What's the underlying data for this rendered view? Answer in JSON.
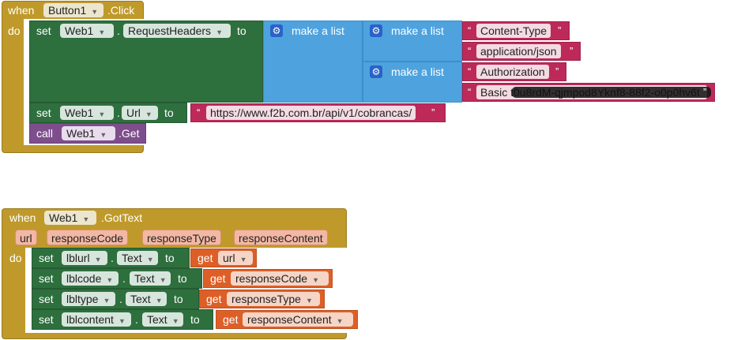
{
  "event1": {
    "when": "when",
    "component": "Button1",
    "event": ".Click",
    "do": "do",
    "headers_set": {
      "set": "set",
      "component": "Web1",
      "dot": ".",
      "property": "RequestHeaders",
      "to": "to",
      "make_list_outer": "make a list",
      "make_list_1": "make a list",
      "make_list_2": "make a list",
      "str_content_type": "Content-Type",
      "str_app_json": "application/json",
      "str_authorization": "Authorization",
      "str_basic": "Basic t0u8rdM-qjmpod8Yknf8-88f2-o0p0hv6t"
    },
    "url_set": {
      "set": "set",
      "component": "Web1",
      "dot": ".",
      "property": "Url",
      "to": "to",
      "value": "https://www.f2b.com.br/api/v1/cobrancas/"
    },
    "call": {
      "call": "call",
      "component": "Web1",
      "method": ".Get"
    }
  },
  "event2": {
    "when": "when",
    "component": "Web1",
    "event": ".GotText",
    "params": [
      "url",
      "responseCode",
      "responseType",
      "responseContent"
    ],
    "do": "do",
    "rows": [
      {
        "set": "set",
        "component": "lblurl",
        "dot": ".",
        "property": "Text",
        "to": "to",
        "get": "get",
        "var": "url"
      },
      {
        "set": "set",
        "component": "lblcode",
        "dot": ".",
        "property": "Text",
        "to": "to",
        "get": "get",
        "var": "responseCode"
      },
      {
        "set": "set",
        "component": "lbltype",
        "dot": ".",
        "property": "Text",
        "to": "to",
        "get": "get",
        "var": "responseType"
      },
      {
        "set": "set",
        "component": "lblcontent",
        "dot": ".",
        "property": "Text",
        "to": "to",
        "get": "get",
        "var": "responseContent"
      }
    ]
  },
  "colors": {
    "event": "#bf9a2b",
    "component_set": "#2e6f3e",
    "component_call": "#7e4e8c",
    "list": "#4ea3de",
    "text": "#bd2a5a",
    "variable_get": "#dd5f28"
  },
  "icons": {
    "mutator": "gear-icon",
    "dropdown": "chevron-down-icon"
  },
  "quote_open": "“",
  "quote_close": "”"
}
